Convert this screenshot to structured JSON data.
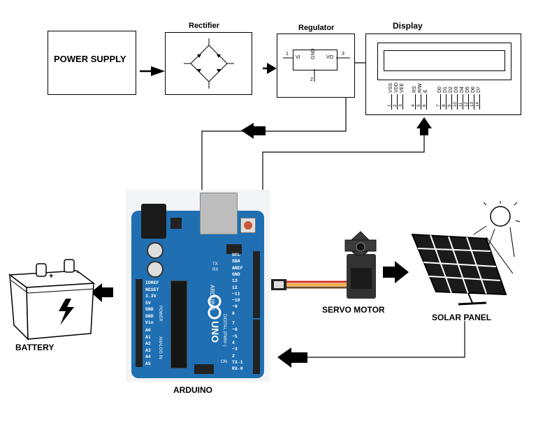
{
  "blocks": {
    "power_supply": "POWER SUPPLY",
    "rectifier": "Rectifier",
    "regulator": "Regulator",
    "display": "Display",
    "arduino": "ARDUINO",
    "servo": "SERVO MOTOR",
    "solar": "SOLAR PANEL",
    "battery": "BATTERY"
  },
  "regulator_pins": {
    "p1": "1",
    "vi": "VI",
    "gnd": "GND",
    "p2": "2",
    "vo": "VO",
    "p3": "3"
  },
  "display_pins": {
    "names": [
      "VSS",
      "VDD",
      "VEE",
      "RS",
      "R/W",
      "E",
      "D0",
      "D1",
      "D2",
      "D3",
      "D4",
      "D5",
      "D6",
      "D7"
    ],
    "numbers": [
      "1",
      "2",
      "3",
      "4",
      "5",
      "6",
      "7",
      "8",
      "9",
      "10",
      "11",
      "12",
      "13",
      "14"
    ]
  },
  "arduino_labels": {
    "power_pins": [
      "IOREF",
      "RESET",
      "3.3V",
      "5V",
      "GND",
      "GND",
      "Vin"
    ],
    "power_header": "POWER",
    "analog_pins": [
      "A0",
      "A1",
      "A2",
      "A3",
      "A4",
      "A5"
    ],
    "analog_header": "ANALOG IN",
    "digital_top": [
      "SCL",
      "SDA",
      "AREF",
      "GND",
      "13",
      "12",
      "~11",
      "~10",
      "~9",
      "8"
    ],
    "digital_bottom": [
      "7",
      "~6",
      "~5",
      "4",
      "~3",
      "2",
      "TX→1",
      "RX←0"
    ],
    "digital_header": "DIGITAL (PWM~)",
    "brand": "ARDUINO",
    "model": "UNO",
    "tx": "TX",
    "rx": "RX",
    "on": "ON"
  },
  "battery_terminals": {
    "plus": "+",
    "minus": "-"
  },
  "colors": {
    "arduino_board": "#1f6fb2",
    "arrow": "#000000",
    "wire_orange": "#f0a020",
    "wire_red": "#d03020"
  }
}
